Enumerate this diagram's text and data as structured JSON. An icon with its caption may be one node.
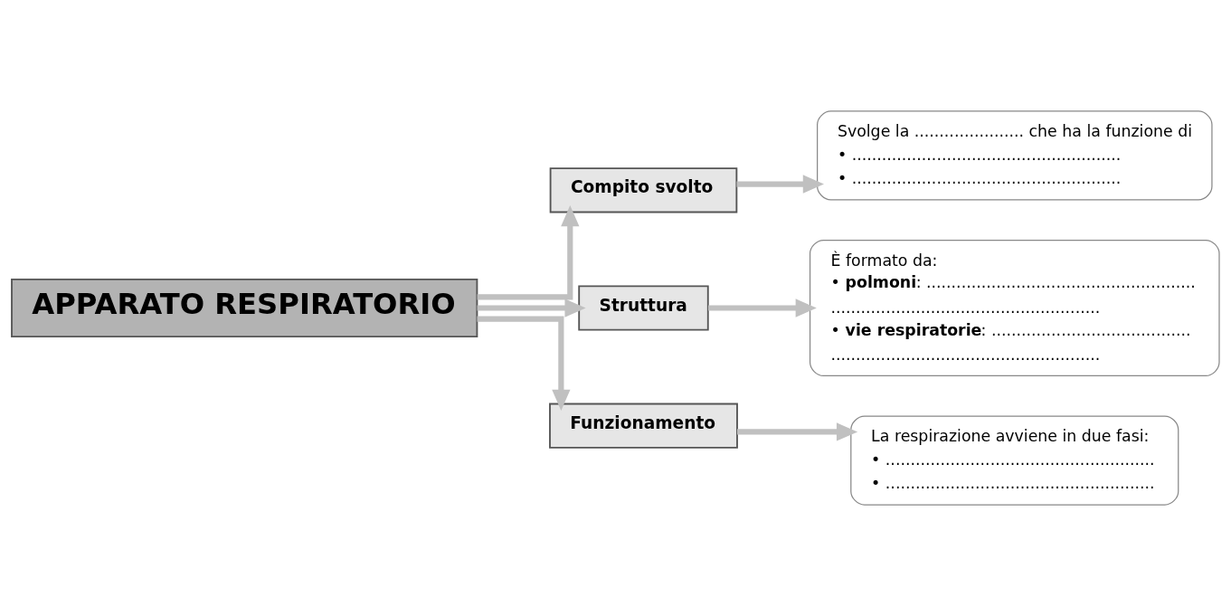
{
  "diagram": {
    "nodes": [
      {
        "text": [
          "APPARATO RESPIRATORIO"
        ]
      },
      {
        "text": [
          "Compito svolto"
        ]
      },
      {
        "text": [
          "Struttura"
        ]
      },
      {
        "text": [
          "Funzionamento"
        ]
      },
      {
        "text": [
          "Svolge la ...................... che ha la funzione di",
          "• ......................................................",
          "• ......................................................"
        ]
      },
      {
        "text": [
          "È formato da:",
          "• **polmoni**: ......................................................",
          "......................................................",
          "• **vie respiratorie**: ........................................",
          "......................................................"
        ]
      },
      {
        "text": [
          "La respirazione avviene in due fasi:",
          "• ......................................................",
          "• ......................................................"
        ]
      }
    ],
    "edges": [
      {
        "from": 0,
        "to": 1,
        "arrow": "to"
      },
      {
        "from": 0,
        "to": 2,
        "arrow": "to"
      },
      {
        "from": 0,
        "to": 3,
        "arrow": "to"
      },
      {
        "from": 1,
        "to": 4,
        "arrow": "to"
      },
      {
        "from": 2,
        "to": 5,
        "arrow": "to"
      },
      {
        "from": 3,
        "to": 6,
        "arrow": "to"
      }
    ]
  }
}
